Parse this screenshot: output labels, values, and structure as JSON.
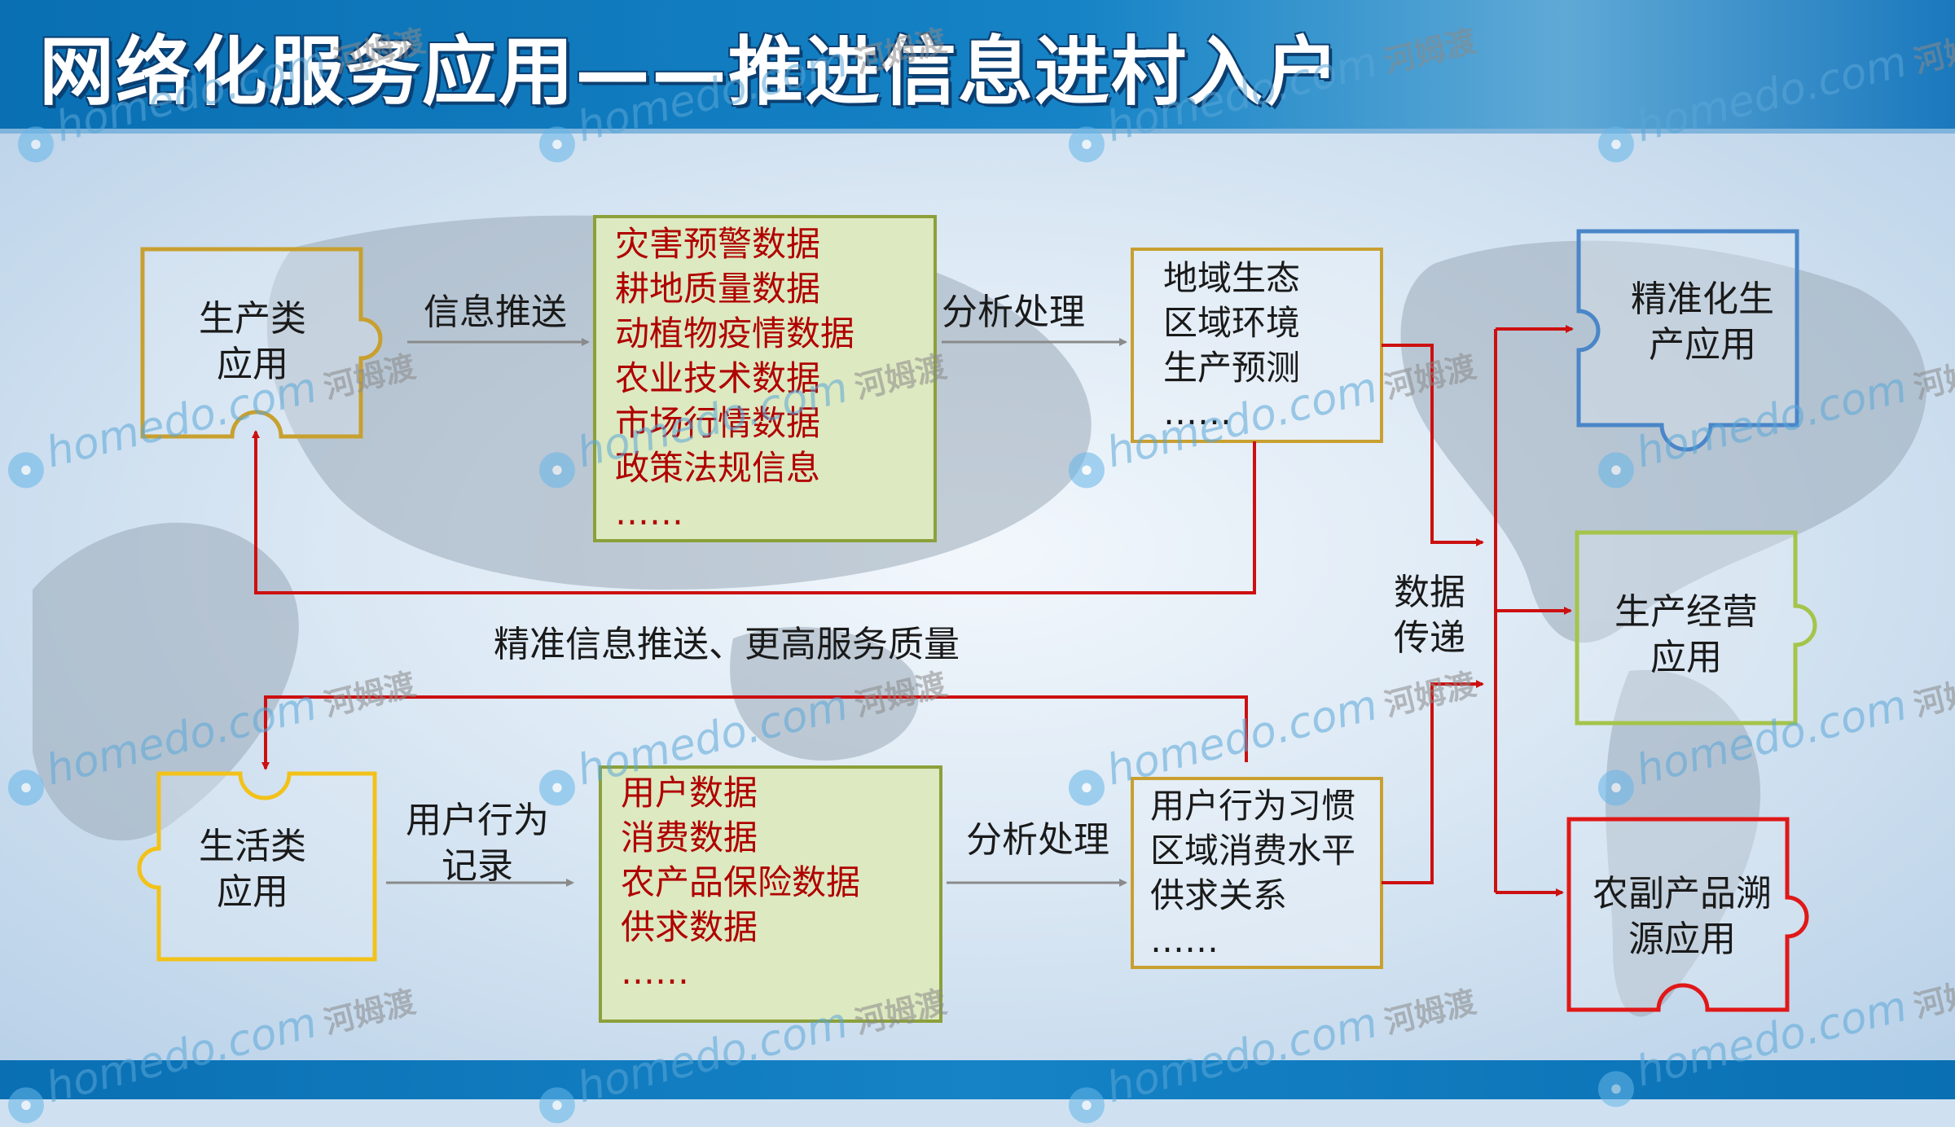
{
  "header": {
    "title": "网络化服务应用——推进信息进村入户"
  },
  "watermark": {
    "site": "homedo.com",
    "brand": "河姆渡"
  },
  "diagram": {
    "production_app": "生产类\n应用",
    "life_app": "生活类\n应用",
    "labels": {
      "info_push": "信息推送",
      "analysis_top": "分析处理",
      "analysis_bottom": "分析处理",
      "user_record": "用户行为\n记录",
      "precise_push": "精准信息推送、更高服务质量",
      "data_transfer": "数据\n传递"
    },
    "data_box_top": [
      "灾害预警数据",
      "耕地质量数据",
      "动植物疫情数据",
      "农业技术数据",
      "市场行情数据",
      "政策法规信息",
      "……"
    ],
    "data_box_bottom": [
      "用户数据",
      "消费数据",
      "农产品保险数据",
      "供求数据",
      "……"
    ],
    "analysis_box_top": [
      "地域生态",
      "区域环境",
      "生产预测",
      "……"
    ],
    "analysis_box_bottom": [
      "用户行为习惯",
      "区域消费水平",
      "供求关系",
      "……"
    ],
    "apps": {
      "precision": "精准化生\n产应用",
      "operation": "生产经营\n应用",
      "traceability": "农副产品溯\n源应用"
    }
  },
  "colors": {
    "header_blue": "#1583c6",
    "red_text": "#b00000",
    "box_green_fill": "#dde9c0",
    "box_olive_border": "#8ca03a",
    "box_gold_border": "#c8a030",
    "puzzle_blue": "#4a86c8",
    "puzzle_green": "#a4c44a",
    "puzzle_red": "#e01818",
    "puzzle_yellow": "#f2c21a",
    "arrow_red": "#cc1010",
    "arrow_gray": "#8a8a8a"
  }
}
